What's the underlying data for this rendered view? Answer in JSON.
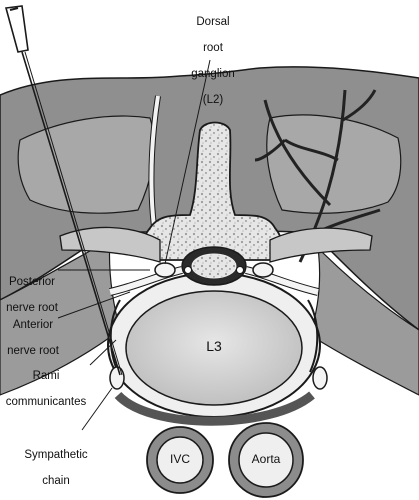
{
  "labels": {
    "drg_line1": "Dorsal",
    "drg_line2": "root",
    "drg_line3": "ganglion",
    "drg_line4": "(L2)",
    "posterior_line1": "Posterior",
    "posterior_line2": "nerve root",
    "anterior_line1": "Anterior",
    "anterior_line2": "nerve root",
    "rami_line1": "Rami",
    "rami_line2": "communicantes",
    "sympathetic_line1": "Sympathetic",
    "sympathetic_line2": "chain",
    "vertebra": "L3",
    "ivc": "IVC",
    "aorta": "Aorta"
  },
  "colors": {
    "background": "#ffffff",
    "muscle": "#8f8f8f",
    "muscle_light": "#a9a9a9",
    "bone_speckle": "#e8e8e8",
    "disc_fill": "#d0d0d0",
    "nerve": "#f2f2f2",
    "outline": "#1a1a1a"
  },
  "icons": [
    "needle-icon"
  ]
}
